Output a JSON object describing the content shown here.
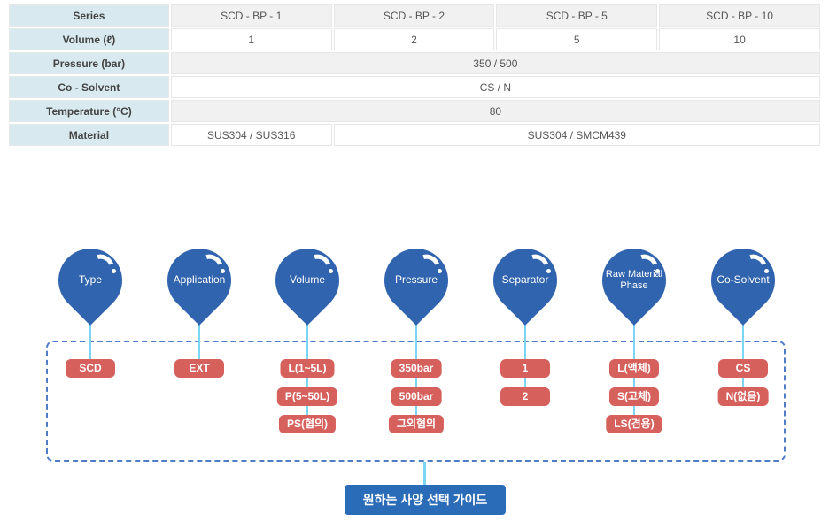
{
  "table": {
    "rows": [
      {
        "label": "Series",
        "cells": [
          {
            "text": "SCD - BP - 1",
            "span": 1
          },
          {
            "text": "SCD - BP - 2",
            "span": 1
          },
          {
            "text": "SCD - BP - 5",
            "span": 1
          },
          {
            "text": "SCD - BP - 10",
            "span": 1
          }
        ]
      },
      {
        "label": "Volume (ℓ)",
        "cells": [
          {
            "text": "1",
            "span": 1
          },
          {
            "text": "2",
            "span": 1
          },
          {
            "text": "5",
            "span": 1
          },
          {
            "text": "10",
            "span": 1
          }
        ]
      },
      {
        "label": "Pressure (bar)",
        "cells": [
          {
            "text": "350 / 500",
            "span": 4
          }
        ]
      },
      {
        "label": "Co - Solvent",
        "cells": [
          {
            "text": "CS / N",
            "span": 4
          }
        ]
      },
      {
        "label": "Temperature (°C)",
        "cells": [
          {
            "text": "80",
            "span": 4
          }
        ]
      },
      {
        "label": "Material",
        "cells": [
          {
            "text": "SUS304 / SUS316",
            "span": 1
          },
          {
            "text": "SUS304 / SMCM439",
            "span": 3
          }
        ]
      }
    ]
  },
  "diagram": {
    "columns": [
      {
        "balloon": "Type",
        "tags": [
          "SCD"
        ]
      },
      {
        "balloon": "Application",
        "tags": [
          "EXT"
        ]
      },
      {
        "balloon": "Volume",
        "tags": [
          "L(1~5L)",
          "P(5~50L)",
          "PS(협의)"
        ]
      },
      {
        "balloon": "Pressure",
        "tags": [
          "350bar",
          "500bar",
          "그외협의"
        ]
      },
      {
        "balloon": "Separator",
        "tags": [
          "1",
          "2"
        ]
      },
      {
        "balloon": "Raw Material Phase",
        "tags": [
          "L(액체)",
          "S(고체)",
          "LS(겸용)"
        ]
      },
      {
        "balloon": "Co-Solvent",
        "tags": [
          "CS",
          "N(없음)"
        ]
      }
    ],
    "button_label": "원하는 사양 선택 가이드"
  },
  "colors": {
    "balloon_blue": "#3164ae",
    "connector_light_blue": "#7cd5f4",
    "tag_red": "#d5605c",
    "dashed_border_blue": "#4f7cc5",
    "button_blue": "#2b6cb8",
    "label_column_bg": "#d8eaf0",
    "shaded_row_bg": "#f1f1f1"
  }
}
